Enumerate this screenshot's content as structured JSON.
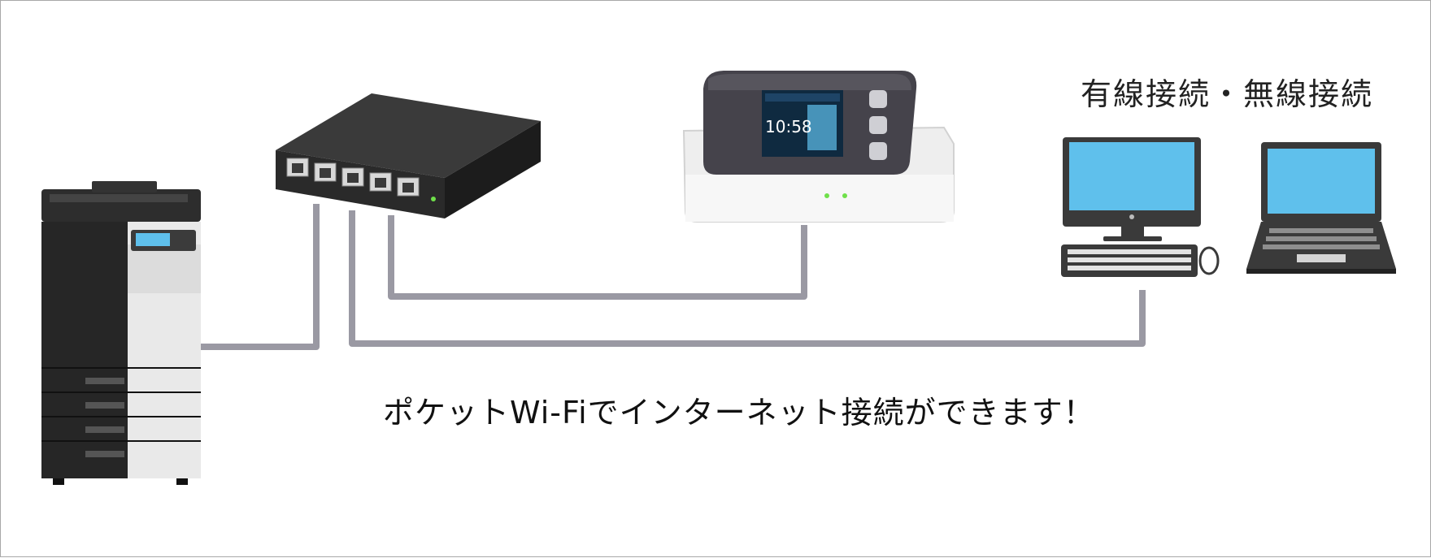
{
  "labels": {
    "connection_type": "有線接続・無線接続",
    "caption": "ポケットWi-Fiでインターネット接続ができます！"
  },
  "router_screen": {
    "time": "10:58"
  },
  "colors": {
    "cable": "#9a99a3",
    "screen_blue": "#5fc0ec",
    "hub_body": "#2f2f2f",
    "device_dark": "#2b2b2b",
    "led_green": "#6fe04a"
  },
  "icons": [
    "printer-icon",
    "network-switch-icon",
    "pocket-wifi-router-icon",
    "desktop-pc-icon",
    "laptop-icon"
  ]
}
